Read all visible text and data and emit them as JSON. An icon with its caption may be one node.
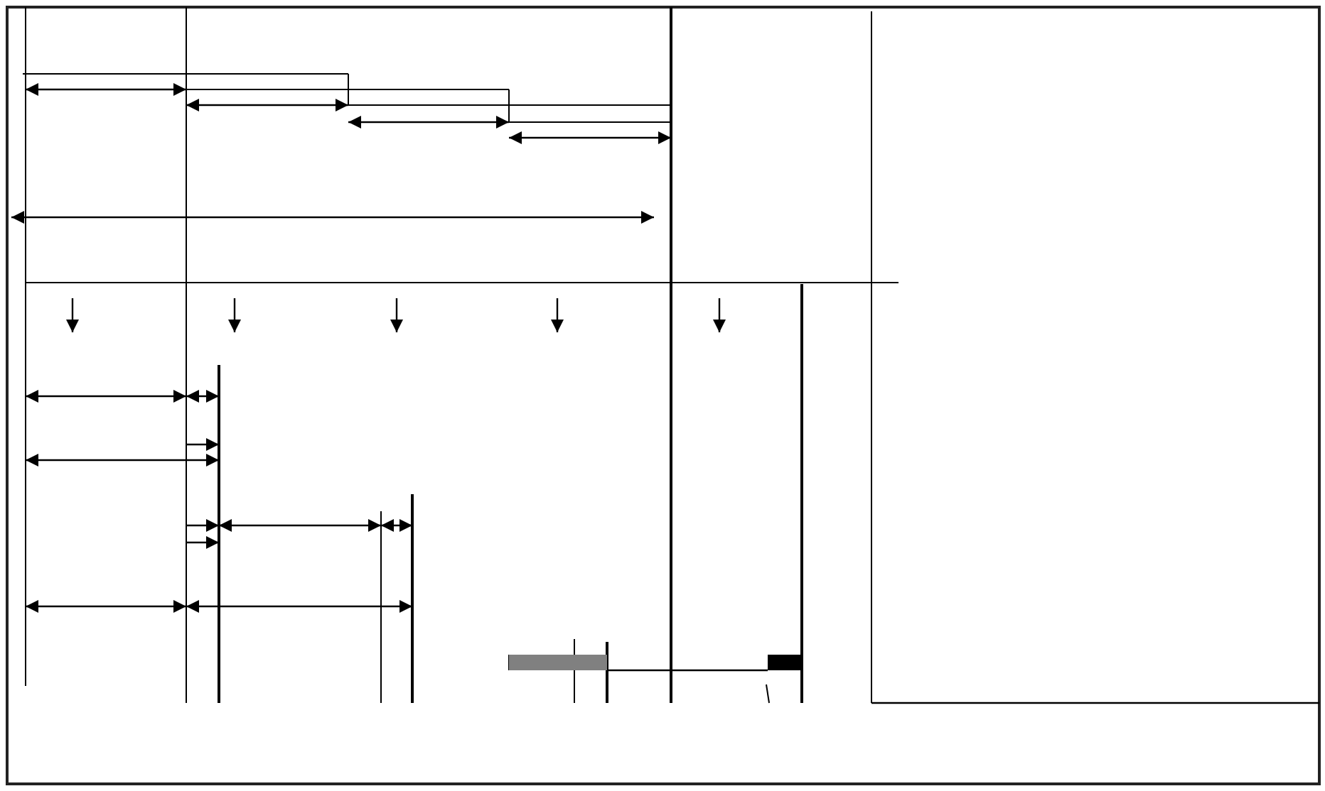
{
  "diagram": {
    "nodes": [
      {
        "text": [],
        "shape": "bar"
      },
      {
        "text": [],
        "shape": "bar"
      }
    ],
    "edges": [
      {
        "from": 0,
        "to": 1,
        "arrow": "none"
      }
    ]
  }
}
